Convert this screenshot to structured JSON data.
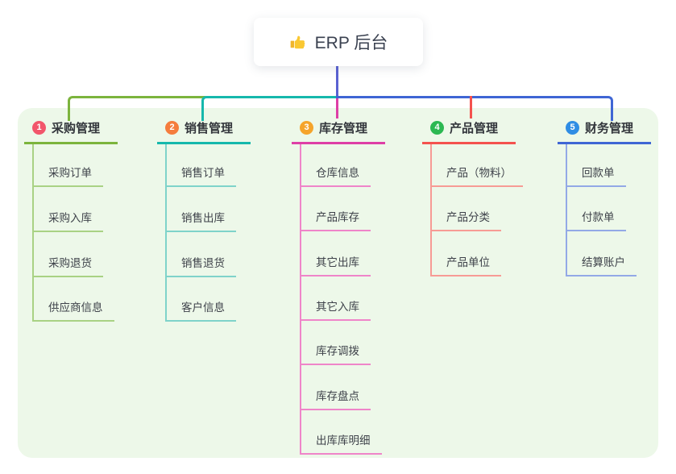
{
  "root": {
    "title": "ERP 后台",
    "icon": "thumbs-up",
    "card_color": "#ffffff",
    "text_color": "#3a4150"
  },
  "canvas": {
    "background": "#ffffff",
    "panel_color": "#edf8e9",
    "stem_color": "#5a62d2"
  },
  "branches": [
    {
      "badge": "1",
      "title": "采购管理",
      "badge_color": "#f2566b",
      "line_color": "#7cb43d",
      "child_line_color": "#a9d284",
      "children": [
        "采购订单",
        "采购入库",
        "采购退货",
        "供应商信息"
      ]
    },
    {
      "badge": "2",
      "title": "销售管理",
      "badge_color": "#f57d3d",
      "line_color": "#16b8ac",
      "child_line_color": "#7fd3ca",
      "children": [
        "销售订单",
        "销售出库",
        "销售退货",
        "客户信息"
      ]
    },
    {
      "badge": "3",
      "title": "库存管理",
      "badge_color": "#f5a42b",
      "line_color": "#de3fa6",
      "child_line_color": "#ef85c9",
      "children": [
        "仓库信息",
        "产品库存",
        "其它出库",
        "其它入库",
        "库存调拨",
        "库存盘点",
        "出库库明细"
      ]
    },
    {
      "badge": "4",
      "title": "产品管理",
      "badge_color": "#2cb852",
      "line_color": "#f4524e",
      "child_line_color": "#f79b95",
      "children": [
        "产品（物料）",
        "产品分类",
        "产品单位"
      ]
    },
    {
      "badge": "5",
      "title": "财务管理",
      "badge_color": "#2f8de4",
      "line_color": "#3f66d4",
      "child_line_color": "#93a9e6",
      "children": [
        "回款单",
        "付款单",
        "结算账户"
      ]
    }
  ]
}
